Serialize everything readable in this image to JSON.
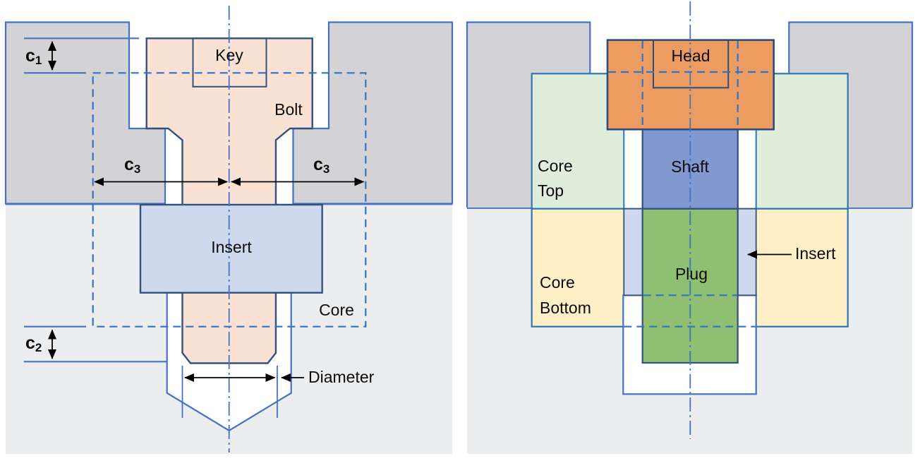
{
  "figure": {
    "description_left": "cross-section of bolt in mold plates with dimensions",
    "description_right": "cross-section colored by component"
  },
  "left": {
    "labels": {
      "key": "Key",
      "bolt": "Bolt",
      "insert": "Insert",
      "core": "Core",
      "diameter": "Diameter"
    },
    "dims": {
      "c1": {
        "base": "c",
        "sub": "1"
      },
      "c2": {
        "base": "c",
        "sub": "2"
      },
      "c3a": {
        "base": "c",
        "sub": "3"
      },
      "c3b": {
        "base": "c",
        "sub": "3"
      }
    }
  },
  "right": {
    "labels": {
      "head": "Head",
      "shaft": "Shaft",
      "plug": "Plug",
      "insert": "Insert",
      "core_top_1": "Core",
      "core_top_2": "Top",
      "core_bottom_1": "Core",
      "core_bottom_2": "Bottom"
    }
  },
  "colors": {
    "mold_outline_blue": "#4472C4",
    "part_outline_navy": "#33507E",
    "core_piece_outline_blue": "#2E75B6",
    "dashed_core_blue": "#2E74C9",
    "centerline_blue": "#4472C4",
    "dimension_black": "#000000",
    "upper_plate_gray": "#D3D3D5",
    "lower_plate_gray": "#ECEDEF",
    "bolt_peach": "#F9E2D3",
    "insert_light_blue": "#CFD9EE",
    "head_orange": "#EC9C60",
    "shaft_blue": "#8199D0",
    "plug_green": "#8FBF70",
    "core_top_green": "#DFEEDA",
    "core_bottom_yellow": "#FDF0C7"
  }
}
